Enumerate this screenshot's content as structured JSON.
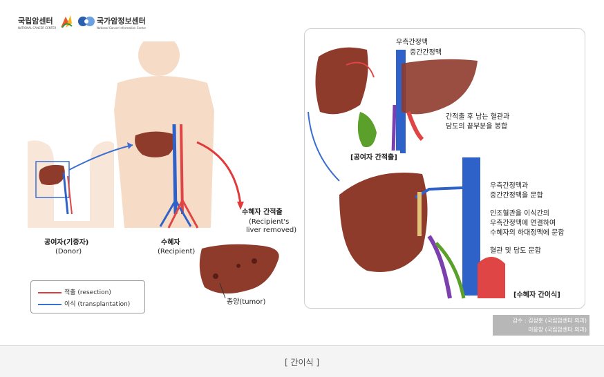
{
  "logos": {
    "ncc_name": "국립암센터",
    "ncc_sub": "NATIONAL CANCER CENTER",
    "nci_name": "국가암정보센터",
    "nci_sub": "National Cancer Information Center"
  },
  "left": {
    "donor_label": "공여자(기증자)",
    "donor_en": "(Donor)",
    "recipient_label": "수혜자",
    "recipient_en": "(Recipient)",
    "removed_title": "수혜자 간적출",
    "removed_en_1": "(Recipient's",
    "removed_en_2": "liver removed)",
    "tumor_label": "종양(tumor)"
  },
  "legend": {
    "resection": "적출 (resection)",
    "transplantation": "이식 (transplantation)",
    "resection_color": "#e03a3a",
    "transplant_color": "#3a6fd0"
  },
  "panel": {
    "top_title": "[공여자 간적출]",
    "bottom_title": "[수혜자 간이식]",
    "right_hepatic_vein": "우측간정맥",
    "middle_hepatic_vein": "중간간정맥",
    "note_1a": "간적출 후 남는 혈관과",
    "note_1b": "담도의 끝부분을 봉합",
    "note_2a": "우측간정맥과",
    "note_2b": "중간간정맥을 문합",
    "note_3a": "인조혈관을 이식간의",
    "note_3b": "우측간정맥에 연결하여",
    "note_3c": "수혜자의 하대정맥에 문합",
    "note_4": "혈관 및 담도 문합"
  },
  "credit": {
    "line1": "감수 : 김성훈 (국립암센터 외과)",
    "line2": "이응창 (국립암센터 외과)"
  },
  "caption": "[ 간이식 ]",
  "colors": {
    "liver": "#8e3b2c",
    "vein": "#2f62c8",
    "artery": "#e04545",
    "skin": "#f6dcc7"
  }
}
